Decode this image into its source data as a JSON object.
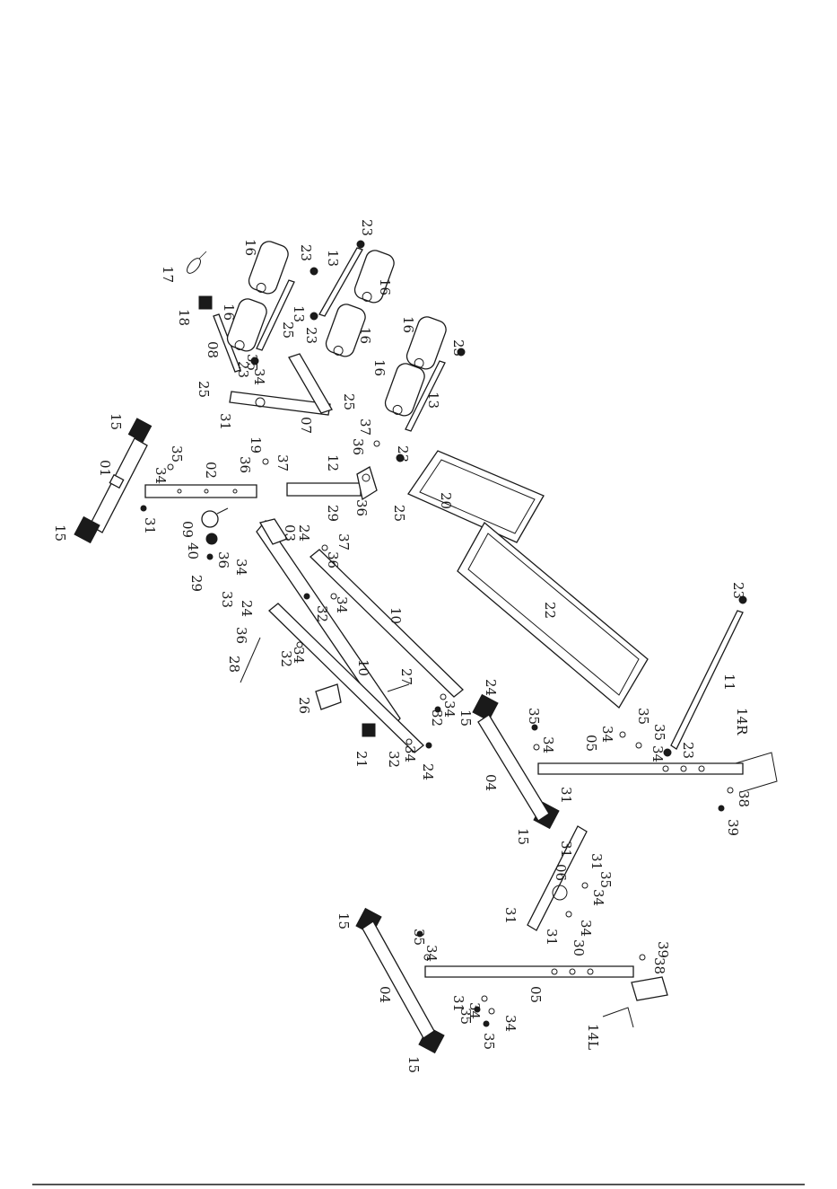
{
  "diagram": {
    "bottom_rule": true
  },
  "parts": [
    {
      "id": "p01",
      "label": "01"
    },
    {
      "id": "p02",
      "label": "02"
    },
    {
      "id": "p03",
      "label": "03"
    },
    {
      "id": "p04",
      "label": "04"
    },
    {
      "id": "p05",
      "label": "05"
    },
    {
      "id": "p06",
      "label": "06"
    },
    {
      "id": "p07",
      "label": "07"
    },
    {
      "id": "p08",
      "label": "08"
    },
    {
      "id": "p09",
      "label": "09"
    },
    {
      "id": "p10",
      "label": "10"
    },
    {
      "id": "p11",
      "label": "11"
    },
    {
      "id": "p12",
      "label": "12"
    },
    {
      "id": "p13",
      "label": "13"
    },
    {
      "id": "p14L",
      "label": "14L"
    },
    {
      "id": "p14R",
      "label": "14R"
    },
    {
      "id": "p15",
      "label": "15"
    },
    {
      "id": "p16",
      "label": "16"
    },
    {
      "id": "p17",
      "label": "17"
    },
    {
      "id": "p18",
      "label": "18"
    },
    {
      "id": "p19",
      "label": "19"
    },
    {
      "id": "p20",
      "label": "20"
    },
    {
      "id": "p21",
      "label": "21"
    },
    {
      "id": "p22",
      "label": "22"
    },
    {
      "id": "p23",
      "label": "23"
    },
    {
      "id": "p24",
      "label": "24"
    },
    {
      "id": "p25",
      "label": "25"
    },
    {
      "id": "p26",
      "label": "26"
    },
    {
      "id": "p27",
      "label": "27"
    },
    {
      "id": "p28",
      "label": "28"
    },
    {
      "id": "p29",
      "label": "29"
    },
    {
      "id": "p30",
      "label": "30"
    },
    {
      "id": "p31",
      "label": "31"
    },
    {
      "id": "p32",
      "label": "32"
    },
    {
      "id": "p33",
      "label": "33"
    },
    {
      "id": "p34",
      "label": "34"
    },
    {
      "id": "p35",
      "label": "35"
    },
    {
      "id": "p36",
      "label": "36"
    },
    {
      "id": "p37",
      "label": "37"
    },
    {
      "id": "p38",
      "label": "38"
    },
    {
      "id": "p39",
      "label": "39"
    },
    {
      "id": "p40",
      "label": "40"
    }
  ]
}
